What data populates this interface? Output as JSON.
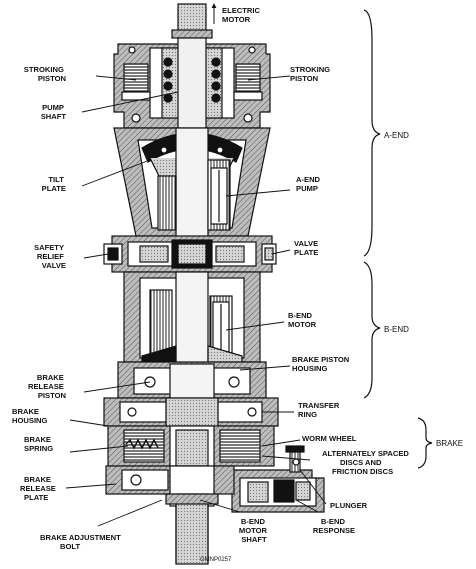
{
  "labels": {
    "electric_motor": [
      "ELECTRIC",
      "MOTOR"
    ],
    "stroking_piston_left": [
      "STROKING",
      "PISTON"
    ],
    "stroking_piston_right": [
      "STROKING",
      "PISTON"
    ],
    "pump_shaft": [
      "PUMP",
      "SHAFT"
    ],
    "tilt_plate": [
      "TILT",
      "PLATE"
    ],
    "a_end_pump": [
      "A-END",
      "PUMP"
    ],
    "safety_relief_valve": [
      "SAFETY",
      "RELIEF",
      "VALVE"
    ],
    "valve_plate": [
      "VALVE",
      "PLATE"
    ],
    "b_end_motor": [
      "B-END",
      "MOTOR"
    ],
    "brake_piston_housing": [
      "BRAKE PISTON",
      "HOUSING"
    ],
    "brake_release_piston": [
      "BRAKE",
      "RELEASE",
      "PISTON"
    ],
    "transfer_ring": [
      "TRANSFER",
      "RING"
    ],
    "brake_housing": [
      "BRAKE",
      "HOUSING"
    ],
    "worm_wheel": [
      "WORM WHEEL"
    ],
    "brake_spring": [
      "BRAKE",
      "SPRING"
    ],
    "discs": [
      "ALTERNATELY SPACED",
      "DISCS AND",
      "FRICTION DISCS"
    ],
    "brake_release_plate": [
      "BRAKE",
      "RELEASE",
      "PLATE"
    ],
    "plunger": [
      "PLUNGER"
    ],
    "brake_adjustment_bolt": [
      "BRAKE ADJUSTMENT",
      "BOLT"
    ],
    "b_end_motor_shaft": [
      "B-END",
      "MOTOR",
      "SHAFT"
    ],
    "b_end_response": [
      "B-END",
      "RESPONSE"
    ],
    "figure_code": [
      "GMNP0257"
    ]
  },
  "sections": {
    "a_end": "A-END",
    "b_end": "B-END",
    "brake": "BRAKE"
  }
}
